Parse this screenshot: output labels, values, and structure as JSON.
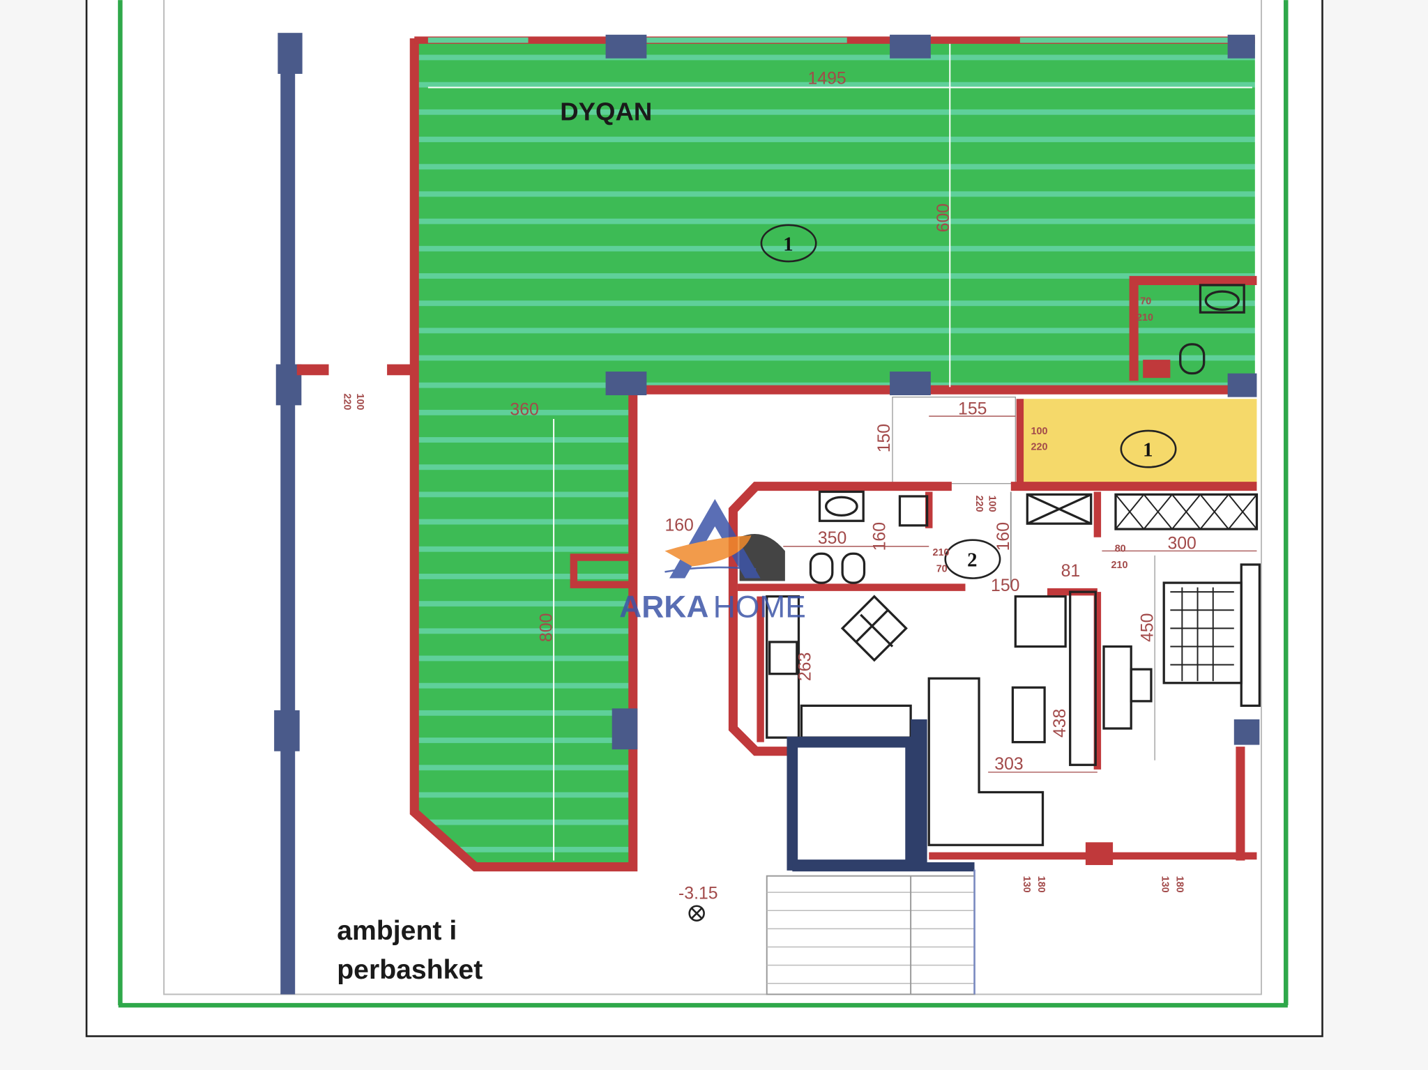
{
  "plan": {
    "shop_label": "DYQAN",
    "common_area_line1": "ambjent i",
    "common_area_line2": "perbashket",
    "level": "-3.15",
    "rooms": {
      "shop": "1",
      "yellow": "1",
      "bath": "2"
    },
    "dims": {
      "d1495": "1495",
      "d600": "600",
      "d360": "360",
      "d800": "800",
      "d155": "155",
      "d150a": "150",
      "d160a": "160",
      "d350": "350",
      "d160b": "160",
      "d160c": "160",
      "d150b": "150",
      "d81": "81",
      "d300": "300",
      "d450": "450",
      "d263": "263",
      "d438": "438",
      "d303": "303"
    },
    "openings": {
      "o100": "100",
      "o220": "220",
      "o100b": "100",
      "o220b": "220",
      "o100c": "100",
      "o220c": "220",
      "o210": "210",
      "o70": "70",
      "o80": "80",
      "o210b": "210",
      "o70t": "70",
      "o210t": "210",
      "b130a": "130",
      "b180a": "180",
      "b130b": "130",
      "b180b": "180"
    }
  },
  "logo": {
    "part1": "ARKA",
    "part2": "HOME"
  },
  "colors": {
    "green": "#3cba5a",
    "stripe": "#6fd6a0",
    "wall": "#c0393b",
    "column": "#4a5a8a",
    "yellow": "#f5d96a",
    "border_green": "#2fa84a"
  }
}
